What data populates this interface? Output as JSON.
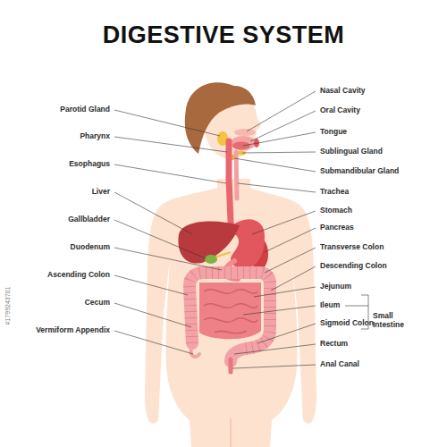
{
  "diagram": {
    "title": "DIGESTIVE SYSTEM",
    "labels": [
      "Parotid Gland",
      "Pharynx",
      "Esophagus",
      "Liver",
      "Gallbladder",
      "Duodenum",
      "Ascending Colon",
      "Cecum",
      "Vermiform Appendix",
      "Nasal Cavity",
      "Oral Cavity",
      "Tongue",
      "Sublingual Gland",
      "Submandibular Gland",
      "Trachea",
      "Stomach",
      "Pancreas",
      "Transverse Colon",
      "Descending Colon",
      "Jejunum",
      "Ileum",
      "Sigmoid Colon",
      "Rectum",
      "Anal Canal",
      "Small Intestine",
      "#1799243701"
    ]
  }
}
